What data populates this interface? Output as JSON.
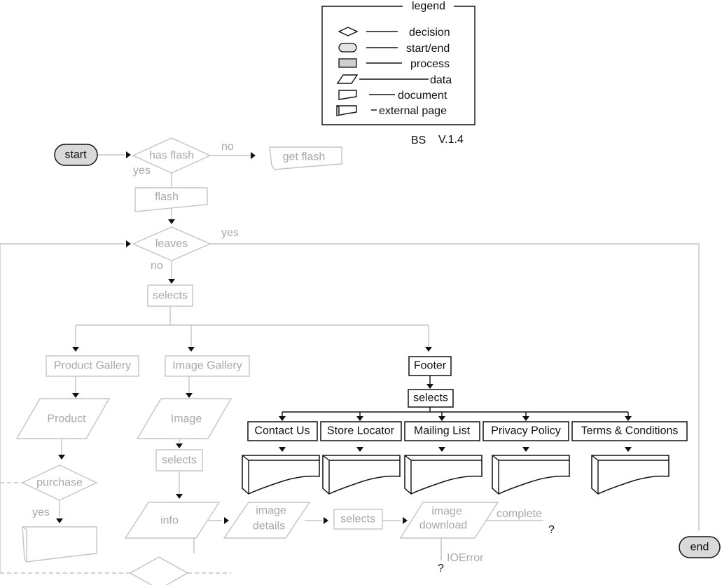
{
  "legend": {
    "title": "legend",
    "items": [
      "decision",
      "start/end",
      "process",
      "data",
      "document",
      "external page"
    ],
    "version_author": "BS",
    "version": "V.1.4"
  },
  "flow": {
    "start": "start",
    "end": "end",
    "has_flash": "has flash",
    "no_1": "no",
    "yes_1": "yes",
    "get_flash": "get flash",
    "flash": "flash",
    "leaves": "leaves",
    "yes_2": "yes",
    "no_2": "no",
    "selects_main": "selects",
    "product_gallery": "Product Gallery",
    "image_gallery": "Image Gallery",
    "product": "Product",
    "purchase": "purchase",
    "yes_3": "yes",
    "image": "Image",
    "selects_image": "selects",
    "info": "info",
    "image_details_1": "image",
    "image_details_2": "details",
    "selects_details": "selects",
    "image_download_1": "image",
    "image_download_2": "download",
    "complete": "complete",
    "q1": "?",
    "ioerror": "IOError",
    "q2": "?",
    "footer": "Footer",
    "selects_footer": "selects",
    "contact_us": "Contact Us",
    "store_locator": "Store Locator",
    "mailing_list": "Mailing List",
    "privacy_policy": "Privacy Policy",
    "terms": "Terms & Conditions"
  }
}
